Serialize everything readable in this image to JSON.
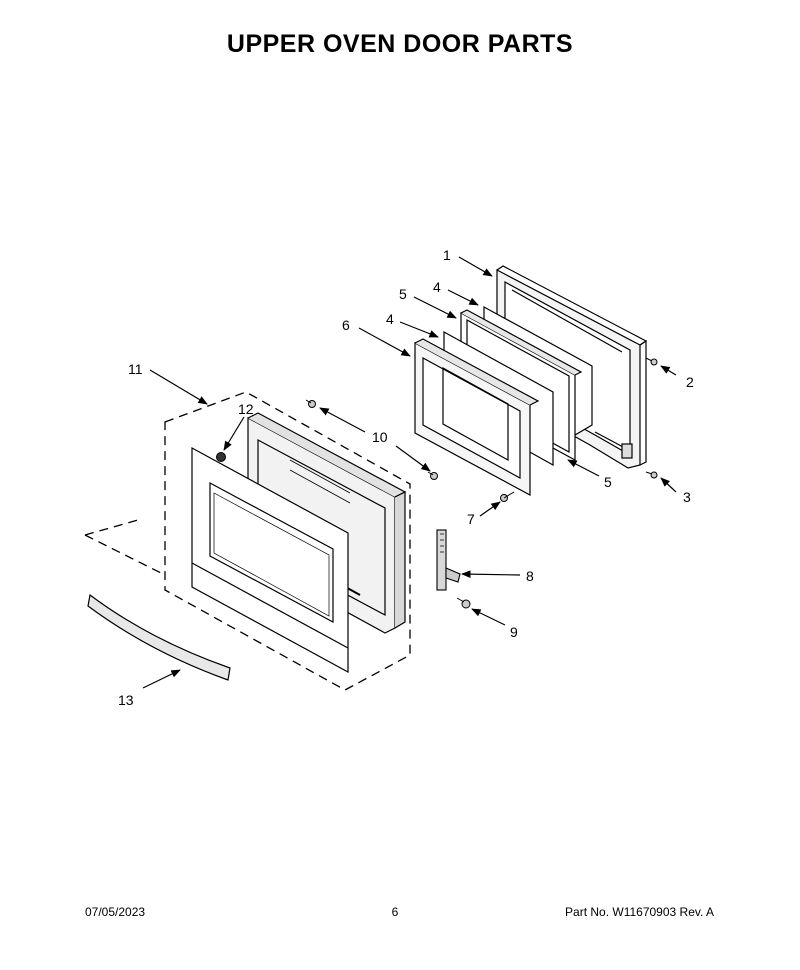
{
  "title": "UPPER OVEN DOOR PARTS",
  "callouts": {
    "c1": "1",
    "c2": "2",
    "c3": "3",
    "c4a": "4",
    "c4b": "4",
    "c5a": "5",
    "c5b": "5",
    "c6": "6",
    "c7": "7",
    "c8": "8",
    "c9": "9",
    "c10": "10",
    "c11": "11",
    "c12": "12",
    "c13": "13"
  },
  "footer": {
    "date": "07/05/2023",
    "page": "6",
    "part": "Part No.  W11670903  Rev.  A"
  }
}
